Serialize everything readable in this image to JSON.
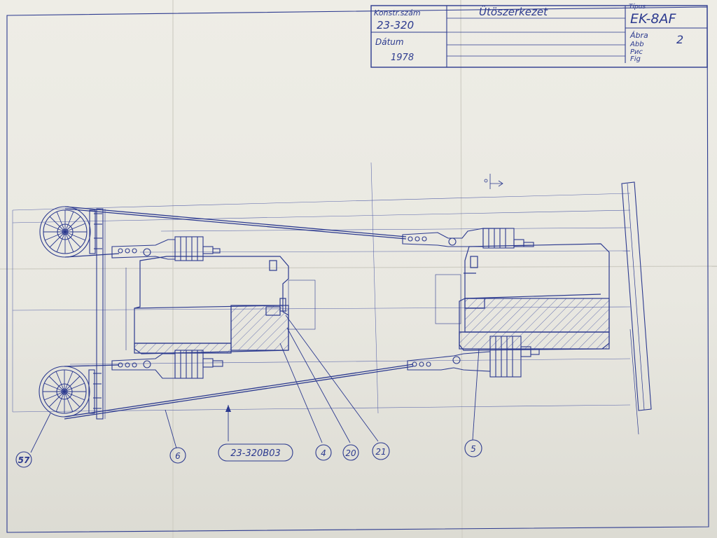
{
  "title_block": {
    "konstr_label": "Konstr.szám",
    "konstr_value": "23-320",
    "datum_label": "Dátum",
    "datum_value": "1978",
    "title": "Ütöszerkezet",
    "tipus_label": "Típus",
    "tipus_value": "EK-8AF",
    "abra_label_1": "Ábra",
    "abra_label_2": "Abb",
    "abra_label_3": "Рис",
    "abra_label_4": "Fig",
    "abra_value": "2"
  },
  "callouts": {
    "c57": "57",
    "c6": "6",
    "drawing_no": "23-320B03",
    "c4": "4",
    "c20": "20",
    "c21": "21",
    "c5": "5"
  },
  "colors": {
    "ink": "#2c3a8f",
    "paper": "#eceae3"
  }
}
